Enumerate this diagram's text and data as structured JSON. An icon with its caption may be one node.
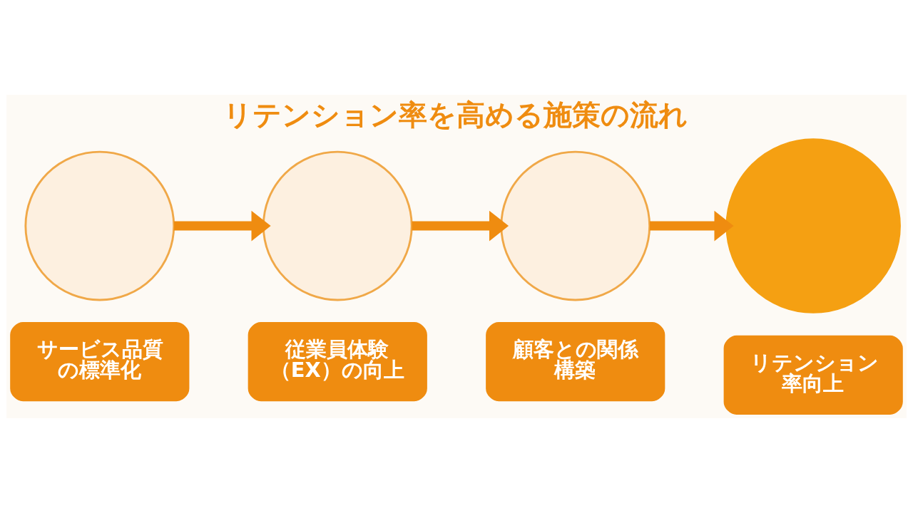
{
  "diagram": {
    "title": "リテンション率を高める施策の流れ",
    "nodes": [
      {
        "text": [],
        "shape": "circle"
      },
      {
        "text": [],
        "shape": "circle"
      },
      {
        "text": [],
        "shape": "circle"
      },
      {
        "text": [],
        "shape": "circle"
      },
      {
        "text": [
          "サービス品質の標準化"
        ]
      },
      {
        "text": [
          "従業員体験（EX）の向上"
        ]
      },
      {
        "text": [
          "顧客との関係構築"
        ]
      },
      {
        "text": [
          "リテンション率向上"
        ]
      }
    ],
    "edges": [
      {
        "from": 0,
        "to": 1,
        "arrow": "to"
      },
      {
        "from": 1,
        "to": 2,
        "arrow": "to"
      },
      {
        "from": 2,
        "to": 3,
        "arrow": "to"
      }
    ]
  }
}
